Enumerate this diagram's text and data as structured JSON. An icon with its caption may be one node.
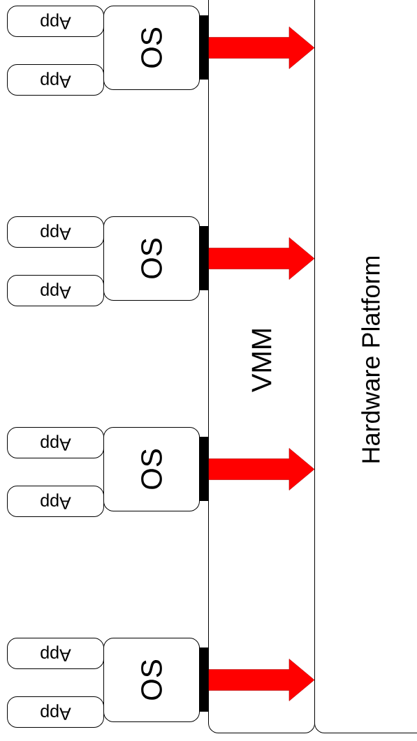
{
  "diagram": {
    "nodes": [
      {
        "text": [
          "App"
        ]
      },
      {
        "text": [
          "App"
        ]
      },
      {
        "text": [
          "OS"
        ]
      },
      {
        "text": [
          "App"
        ]
      },
      {
        "text": [
          "App"
        ]
      },
      {
        "text": [
          "OS"
        ]
      },
      {
        "text": [
          "App"
        ]
      },
      {
        "text": [
          "App"
        ]
      },
      {
        "text": [
          "OS"
        ]
      },
      {
        "text": [
          "App"
        ]
      },
      {
        "text": [
          "App"
        ]
      },
      {
        "text": [
          "OS"
        ]
      },
      {
        "text": [
          "VMM"
        ]
      },
      {
        "text": [
          "Hardware Platform"
        ]
      }
    ],
    "edges": [
      {
        "from": 2,
        "to": 13,
        "arrow": "to"
      },
      {
        "from": 5,
        "to": 13,
        "arrow": "to"
      },
      {
        "from": 8,
        "to": 13,
        "arrow": "to"
      },
      {
        "from": 11,
        "to": 13,
        "arrow": "to"
      }
    ]
  }
}
